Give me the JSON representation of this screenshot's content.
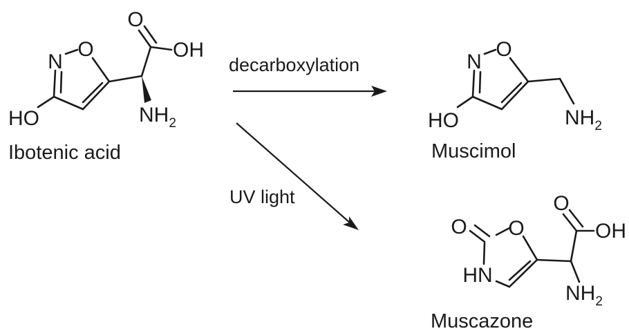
{
  "reactant": {
    "name": "Ibotenic acid",
    "atoms": {
      "n": "N",
      "o_ring": "O",
      "o_carbonyl": "O",
      "oh": "OH",
      "ho": "HO",
      "nh": "NH",
      "nh_sub": "2"
    }
  },
  "reactions": [
    {
      "condition": "decarboxylation"
    },
    {
      "condition": "UV light"
    }
  ],
  "products": [
    {
      "name": "Muscimol",
      "atoms": {
        "n": "N",
        "o_ring": "O",
        "ho": "HO",
        "nh": "NH",
        "nh_sub": "2"
      }
    },
    {
      "name": "Muscazone",
      "atoms": {
        "o_keto": "O",
        "o_ring": "O",
        "o_carbonyl": "O",
        "oh": "OH",
        "hn": "HN",
        "nh": "NH",
        "nh_sub": "2"
      }
    }
  ]
}
